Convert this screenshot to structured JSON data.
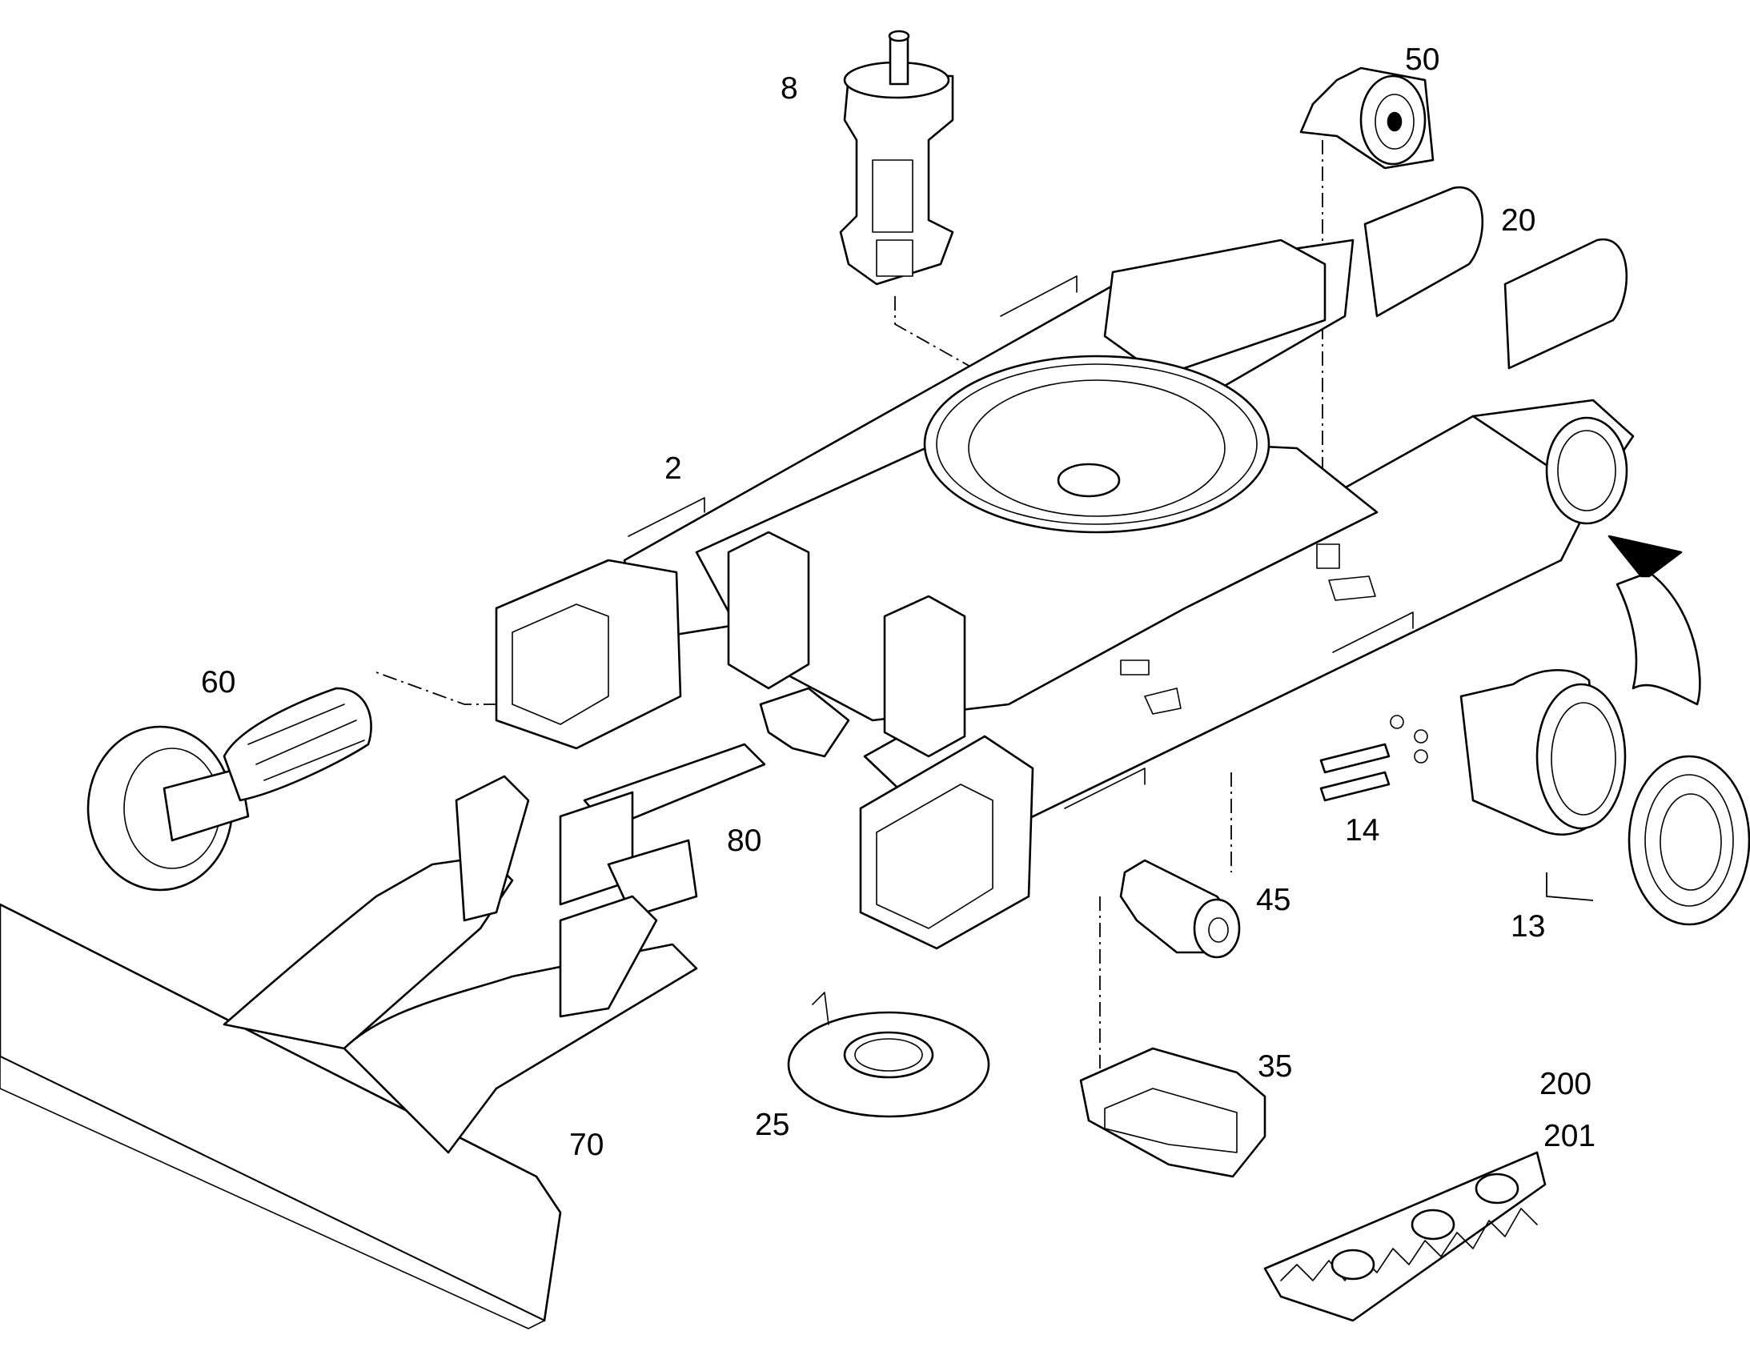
{
  "diagram": {
    "callouts": [
      {
        "id": "c8",
        "text": "8"
      },
      {
        "id": "c50",
        "text": "50"
      },
      {
        "id": "c20",
        "text": "20"
      },
      {
        "id": "c2",
        "text": "2"
      },
      {
        "id": "c60",
        "text": "60"
      },
      {
        "id": "c80",
        "text": "80"
      },
      {
        "id": "c14",
        "text": "14"
      },
      {
        "id": "c45",
        "text": "45"
      },
      {
        "id": "c13",
        "text": "13"
      },
      {
        "id": "c35",
        "text": "35"
      },
      {
        "id": "c200",
        "text": "200"
      },
      {
        "id": "c201",
        "text": "201"
      },
      {
        "id": "c25",
        "text": "25"
      },
      {
        "id": "c70",
        "text": "70"
      }
    ]
  }
}
